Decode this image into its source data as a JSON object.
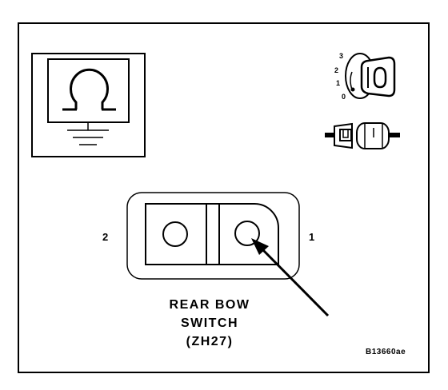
{
  "diagram": {
    "component_title_line1": "REAR BOW",
    "component_title_line2": "SWITCH",
    "component_title_line3": "(ZH27)",
    "pin_left_label": "2",
    "pin_right_label": "1",
    "figure_id": "B13660ae",
    "key_positions": [
      "3",
      "2",
      "1",
      "0"
    ],
    "symbol": "ohmmeter-ground-icon",
    "icons": [
      "ignition-key-icon",
      "connector-icon",
      "pointer-arrow-icon"
    ]
  }
}
